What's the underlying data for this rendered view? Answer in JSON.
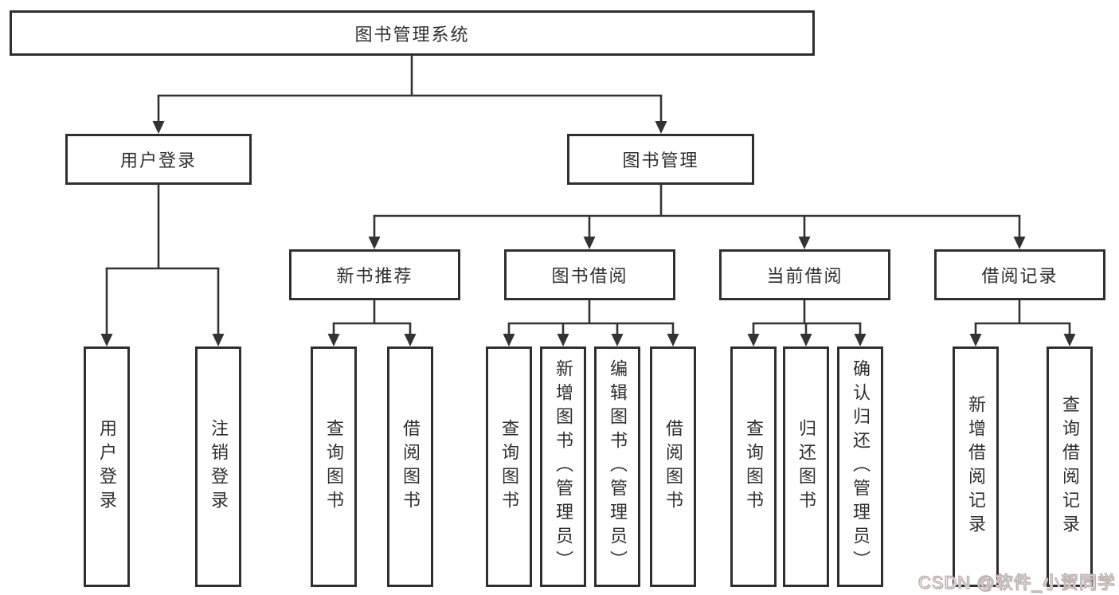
{
  "diagram": {
    "root": {
      "label": "图书管理系统"
    },
    "branches": [
      {
        "label": "用户登录",
        "children": [
          {
            "label": "用户登录"
          },
          {
            "label": "注销登录"
          }
        ]
      },
      {
        "label": "图书管理",
        "children": [
          {
            "label": "新书推荐",
            "children": [
              {
                "label": "查询图书"
              },
              {
                "label": "借阅图书"
              }
            ]
          },
          {
            "label": "图书借阅",
            "children": [
              {
                "label": "查询图书"
              },
              {
                "label": "新增图书（管理员）"
              },
              {
                "label": "编辑图书（管理员）"
              },
              {
                "label": "借阅图书"
              }
            ]
          },
          {
            "label": "当前借阅",
            "children": [
              {
                "label": "查询图书"
              },
              {
                "label": "归还图书"
              },
              {
                "label": "确认归还（管理员）"
              }
            ]
          },
          {
            "label": "借阅记录",
            "children": [
              {
                "label": "新增借阅记录"
              },
              {
                "label": "查询借阅记录"
              }
            ]
          }
        ]
      }
    ]
  },
  "watermark": {
    "text": "CSDN @软件_小贺同学"
  },
  "colors": {
    "background": "#ffffff",
    "line": "#333333",
    "box_border": "#2f2f2f",
    "text": "#2f2f2f",
    "watermark_fill": "#ffffff",
    "watermark_outline": "#bdb0b0"
  }
}
